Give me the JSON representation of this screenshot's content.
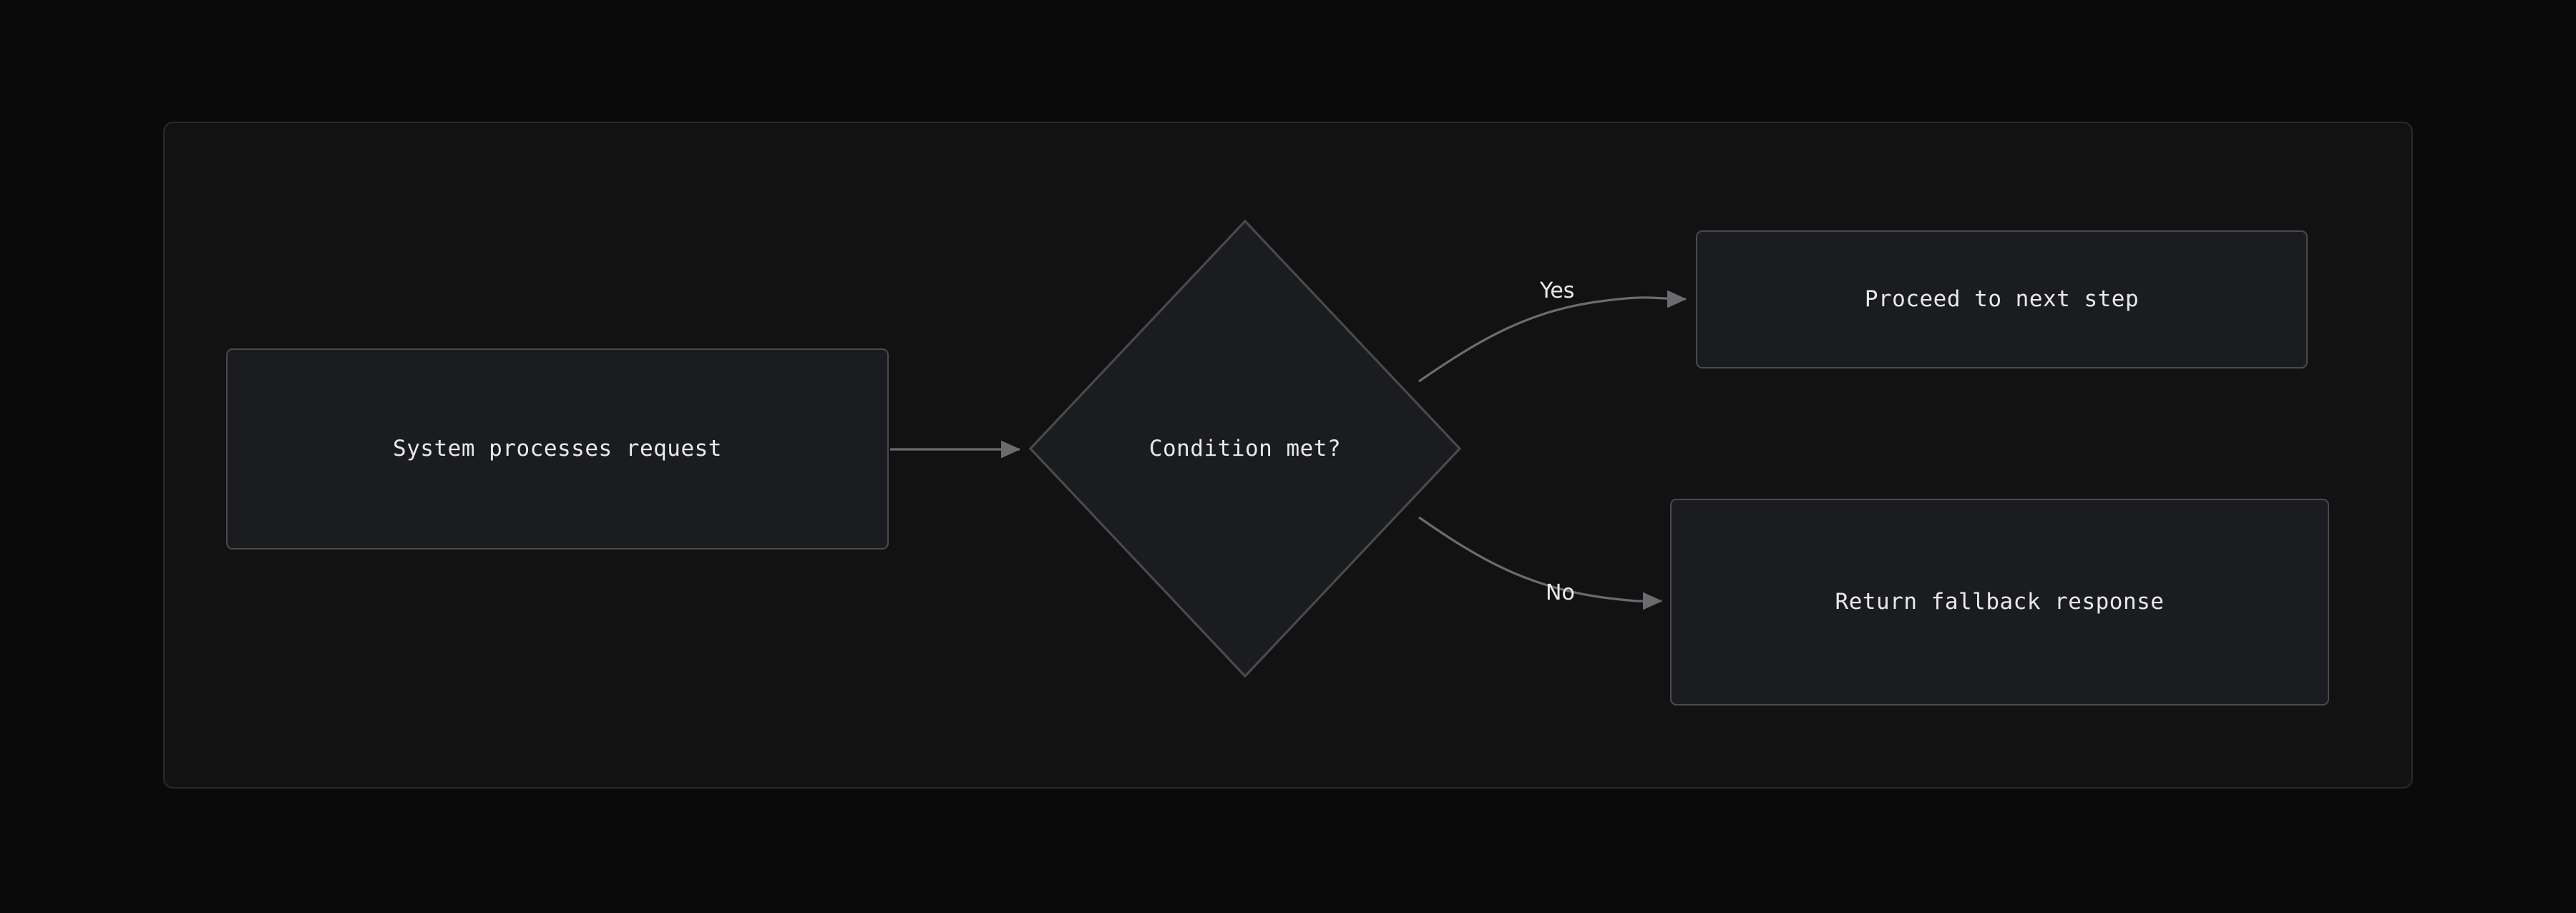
{
  "diagram": {
    "type": "flowchart",
    "direction": "left-to-right",
    "theme": {
      "page_background": "#0a0a0b",
      "panel_background": "#121213",
      "panel_border": "#2a2b2e",
      "node_background": "#1b1c20",
      "node_border": "#4a4a4e",
      "node_text": "#e9e9ed",
      "edge_stroke": "#6b6b70",
      "edge_label_text": "#e9e9ed"
    },
    "nodes": [
      {
        "id": "process",
        "shape": "rounded-rectangle",
        "label": "System processes request"
      },
      {
        "id": "decision",
        "shape": "diamond",
        "label": "Condition met?"
      },
      {
        "id": "proceed",
        "shape": "rounded-rectangle",
        "label": "Proceed to next step"
      },
      {
        "id": "fallback",
        "shape": "rounded-rectangle",
        "label": "Return fallback response"
      }
    ],
    "edges": [
      {
        "id": "process-to-decision",
        "from": "process",
        "to": "decision",
        "label": "",
        "style": "straight",
        "arrowhead": "solid-triangle"
      },
      {
        "id": "decision-to-proceed",
        "from": "decision",
        "to": "proceed",
        "label": "Yes",
        "style": "curved",
        "arrowhead": "solid-triangle"
      },
      {
        "id": "decision-to-fallback",
        "from": "decision",
        "to": "fallback",
        "label": "No",
        "style": "curved",
        "arrowhead": "solid-triangle"
      }
    ]
  }
}
